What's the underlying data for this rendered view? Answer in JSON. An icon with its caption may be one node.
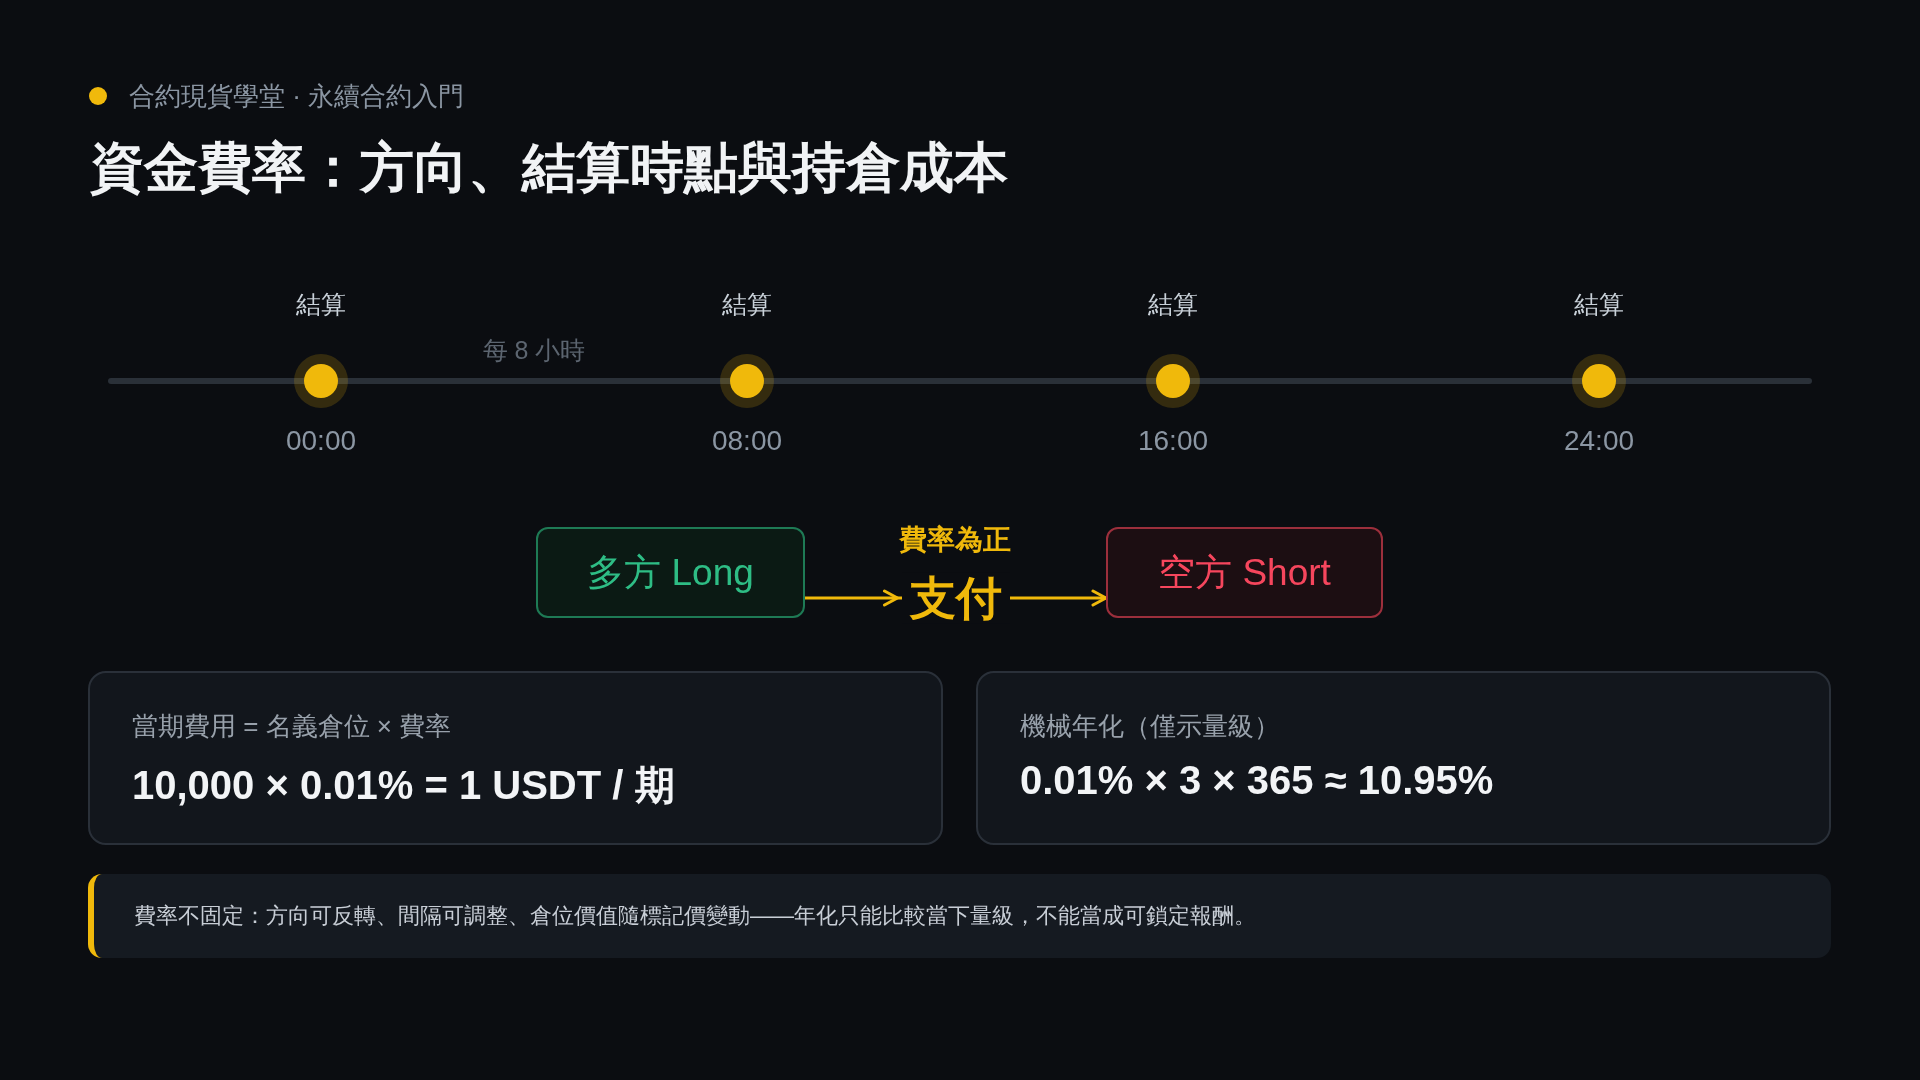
{
  "diagram": {
    "title": "資金費率：方向、結算時點與持倉成本",
    "nodes": [
      {
        "text": [
          "多方 Long"
        ]
      },
      {
        "text": [
          "空方 Short"
        ]
      },
      {
        "text": [
          "當期費用 = 名義倉位 × 費率",
          "10,000 × 0.01% = **1 USDT** / 期"
        ]
      },
      {
        "text": [
          "機械年化（僅示量級）",
          "0.01% × 3 × 365 ≈ **10.95%**"
        ]
      },
      {
        "text": [
          "費率不固定：方向可反轉、間隔可調整、倉位價值隨標記價變動——年化只能比較當下量級，不能當成可鎖定報酬。"
        ]
      }
    ],
    "edges": [
      {
        "from": 0,
        "to": 1,
        "arrow": "to",
        "label": "支付"
      }
    ],
    "labels": [
      "合約現貨學堂 · 永續合約入門",
      "結算",
      "結算",
      "結算",
      "結算",
      "每 8 小時",
      "00:00",
      "08:00",
      "16:00",
      "24:00",
      "費率為正"
    ]
  }
}
